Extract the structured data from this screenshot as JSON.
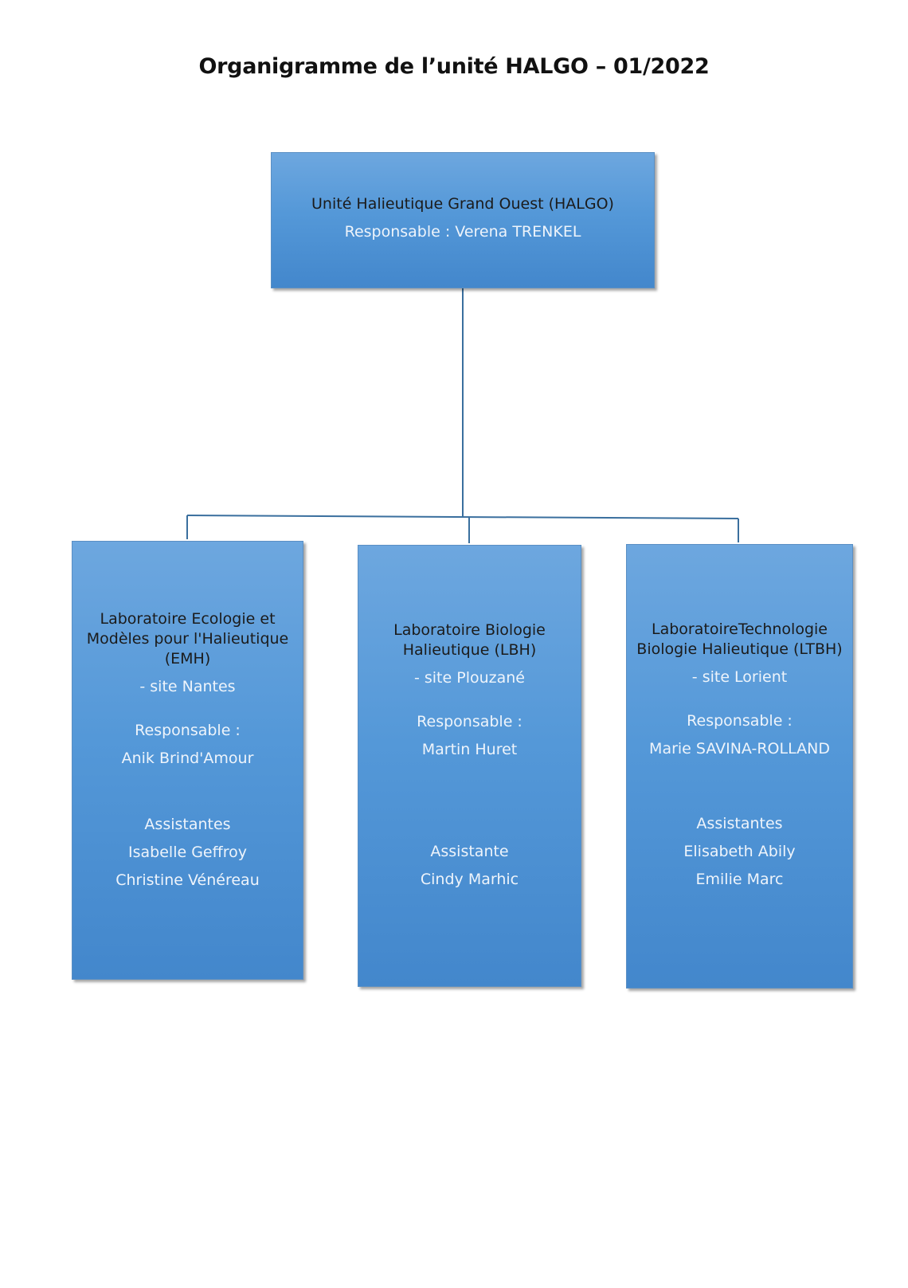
{
  "title": "Organigramme de l’unité HALGO – 01/2022",
  "colors": {
    "box_top": "#6da7df",
    "box_bottom": "#4387cc",
    "connector": "#3a6f9e"
  },
  "root": {
    "name": "Unité Halieutique Grand Ouest (HALGO)",
    "responsable": "Responsable : Verena TRENKEL"
  },
  "labs": [
    {
      "name_lines": [
        "Laboratoire Ecologie et",
        "Modèles pour l'Halieutique",
        "(EMH)"
      ],
      "site": "- site Nantes",
      "responsable_label": "Responsable :",
      "responsable_name": "Anik Brind'Amour",
      "assistant_label": "Assistantes",
      "assistants": [
        "Isabelle Geffroy",
        "Christine Vénéreau"
      ]
    },
    {
      "name_lines": [
        "Laboratoire Biologie",
        "Halieutique (LBH)"
      ],
      "site": "- site Plouzané",
      "responsable_label": "Responsable :",
      "responsable_name": "Martin Huret",
      "assistant_label": "Assistante",
      "assistants": [
        "Cindy Marhic"
      ]
    },
    {
      "name_lines": [
        "LaboratoireTechnologie",
        "Biologie Halieutique (LTBH)"
      ],
      "site": "- site Lorient",
      "responsable_label": "Responsable :",
      "responsable_name": "Marie SAVINA-ROLLAND",
      "assistant_label": "Assistantes",
      "assistants": [
        "Elisabeth Abily",
        "Emilie Marc"
      ]
    }
  ]
}
